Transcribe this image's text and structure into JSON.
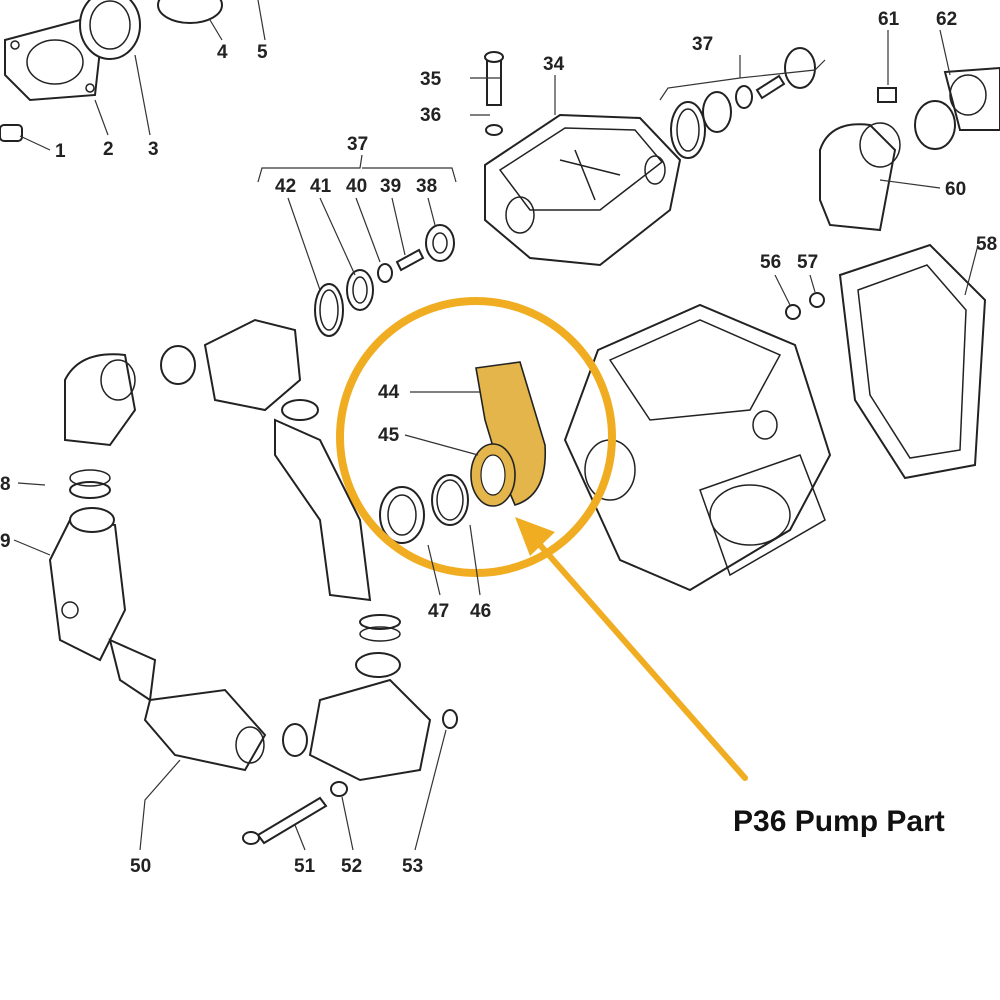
{
  "caption": "P36 Pump Part",
  "highlight_color": "#f0ad22",
  "part_color": "#e3b54a",
  "callouts": [
    "1",
    "2",
    "3",
    "4",
    "5",
    "34",
    "35",
    "36",
    "37",
    "37",
    "38",
    "39",
    "40",
    "41",
    "42",
    "44",
    "45",
    "46",
    "47",
    "8",
    "9",
    "50",
    "51",
    "52",
    "53",
    "56",
    "57",
    "58",
    "60",
    "61",
    "62"
  ]
}
